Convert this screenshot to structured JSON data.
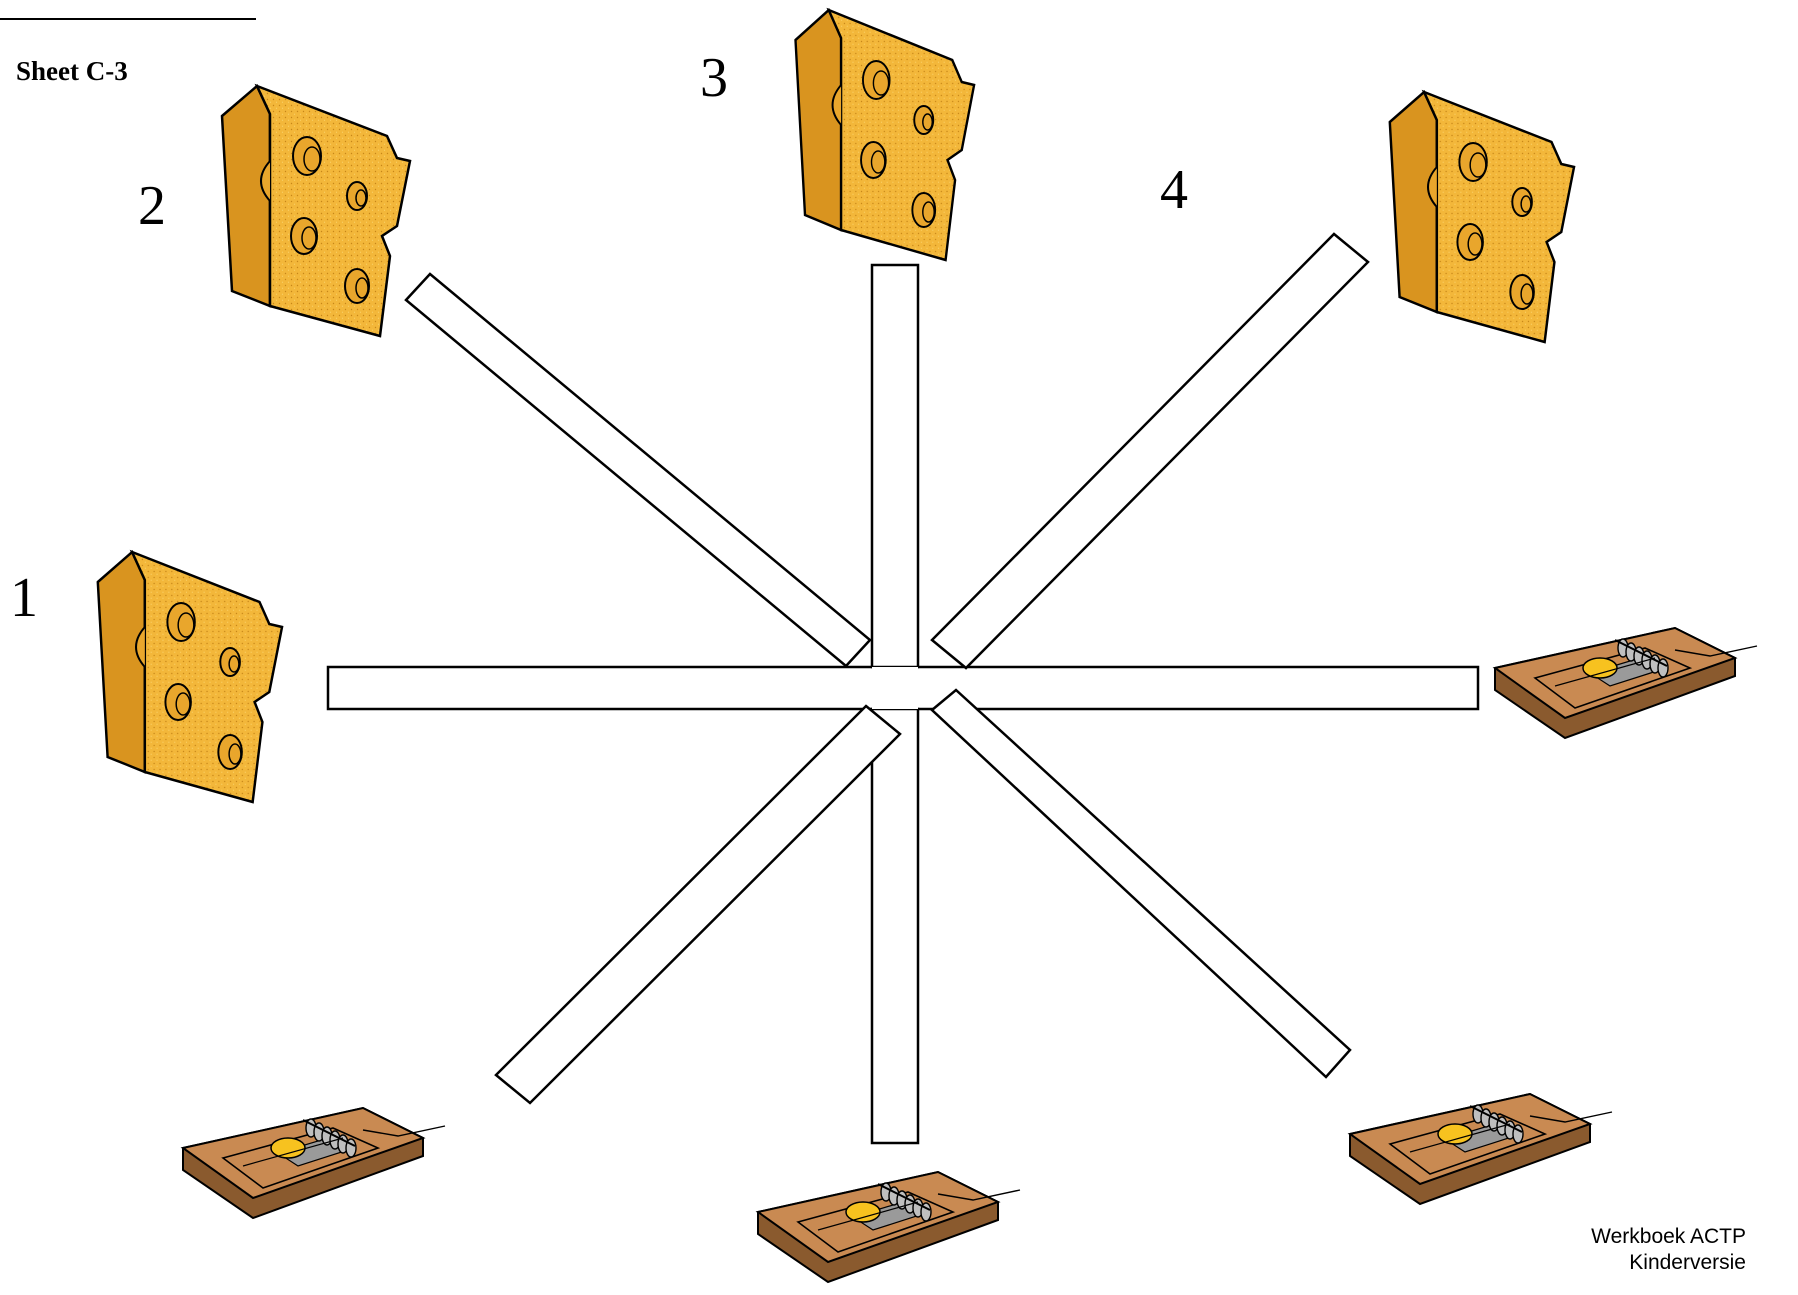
{
  "sheet": {
    "label": "Sheet C-3"
  },
  "goals": [
    {
      "number": "1",
      "icon": "cheese-icon"
    },
    {
      "number": "2",
      "icon": "cheese-icon"
    },
    {
      "number": "3",
      "icon": "cheese-icon"
    },
    {
      "number": "4",
      "icon": "cheese-icon"
    }
  ],
  "traps": [
    {
      "icon": "mousetrap-icon"
    },
    {
      "icon": "mousetrap-icon"
    },
    {
      "icon": "mousetrap-icon"
    },
    {
      "icon": "mousetrap-icon"
    }
  ],
  "footer": {
    "line1": "Werkboek ACTP",
    "line2": "Kinderversie"
  },
  "colors": {
    "cheese_face": "#f3b73a",
    "cheese_side": "#d9941f",
    "cheese_hole": "#e9a62c",
    "trap_wood": "#c98a52",
    "trap_edge": "#8a5a2e",
    "trap_bait": "#f7c21f",
    "outline": "#000000"
  }
}
